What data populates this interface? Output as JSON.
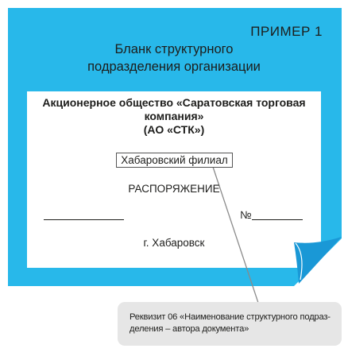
{
  "example_label": "ПРИМЕР 1",
  "blank_title_line1": "Бланк структурного",
  "blank_title_line2": "подразделения организации",
  "organization_line1": "Акционерное общество «Саратовская торговая",
  "organization_line2": "компания»",
  "organization_short": "(АО «СТК»)",
  "branch_name": "Хабаровский филиал",
  "document_type": "РАСПОРЯЖЕНИЕ",
  "number_sign": "№",
  "city": "г. Хабаровск",
  "callout_line1": "Реквизит 06 «Наименование структурного подраз-",
  "callout_line2": "деления – автора документа»",
  "colors": {
    "frame": "#28b8ea",
    "fold": "#1a98d6",
    "callout": "#e6e6e6"
  }
}
